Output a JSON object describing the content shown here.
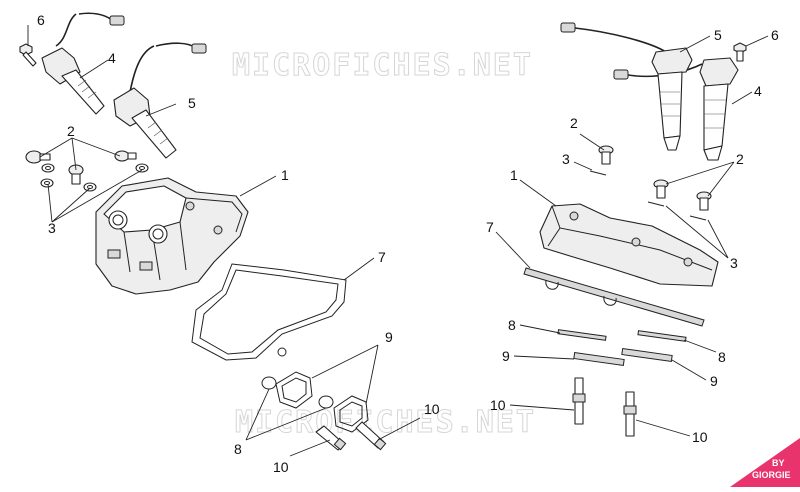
{
  "watermark": {
    "text": "MICROFICHES.NET"
  },
  "brand": {
    "line1": "BY",
    "line2": "GIORGIE",
    "color": "#e8336d"
  },
  "callouts": {
    "left": {
      "c6": "6",
      "c4": "4",
      "c5": "5",
      "c2": "2",
      "c3": "3",
      "c1": "1",
      "c7": "7",
      "c9": "9",
      "c8": "8",
      "c10a": "10",
      "c10b": "10"
    },
    "right": {
      "c5": "5",
      "c6": "6",
      "c4": "4",
      "c2a": "2",
      "c3a": "3",
      "c2b": "2",
      "c1": "1",
      "c3b": "3",
      "c7": "7",
      "c8a": "8",
      "c8b": "8",
      "c9a": "9",
      "c9b": "9",
      "c10a": "10",
      "c10b": "10"
    }
  }
}
